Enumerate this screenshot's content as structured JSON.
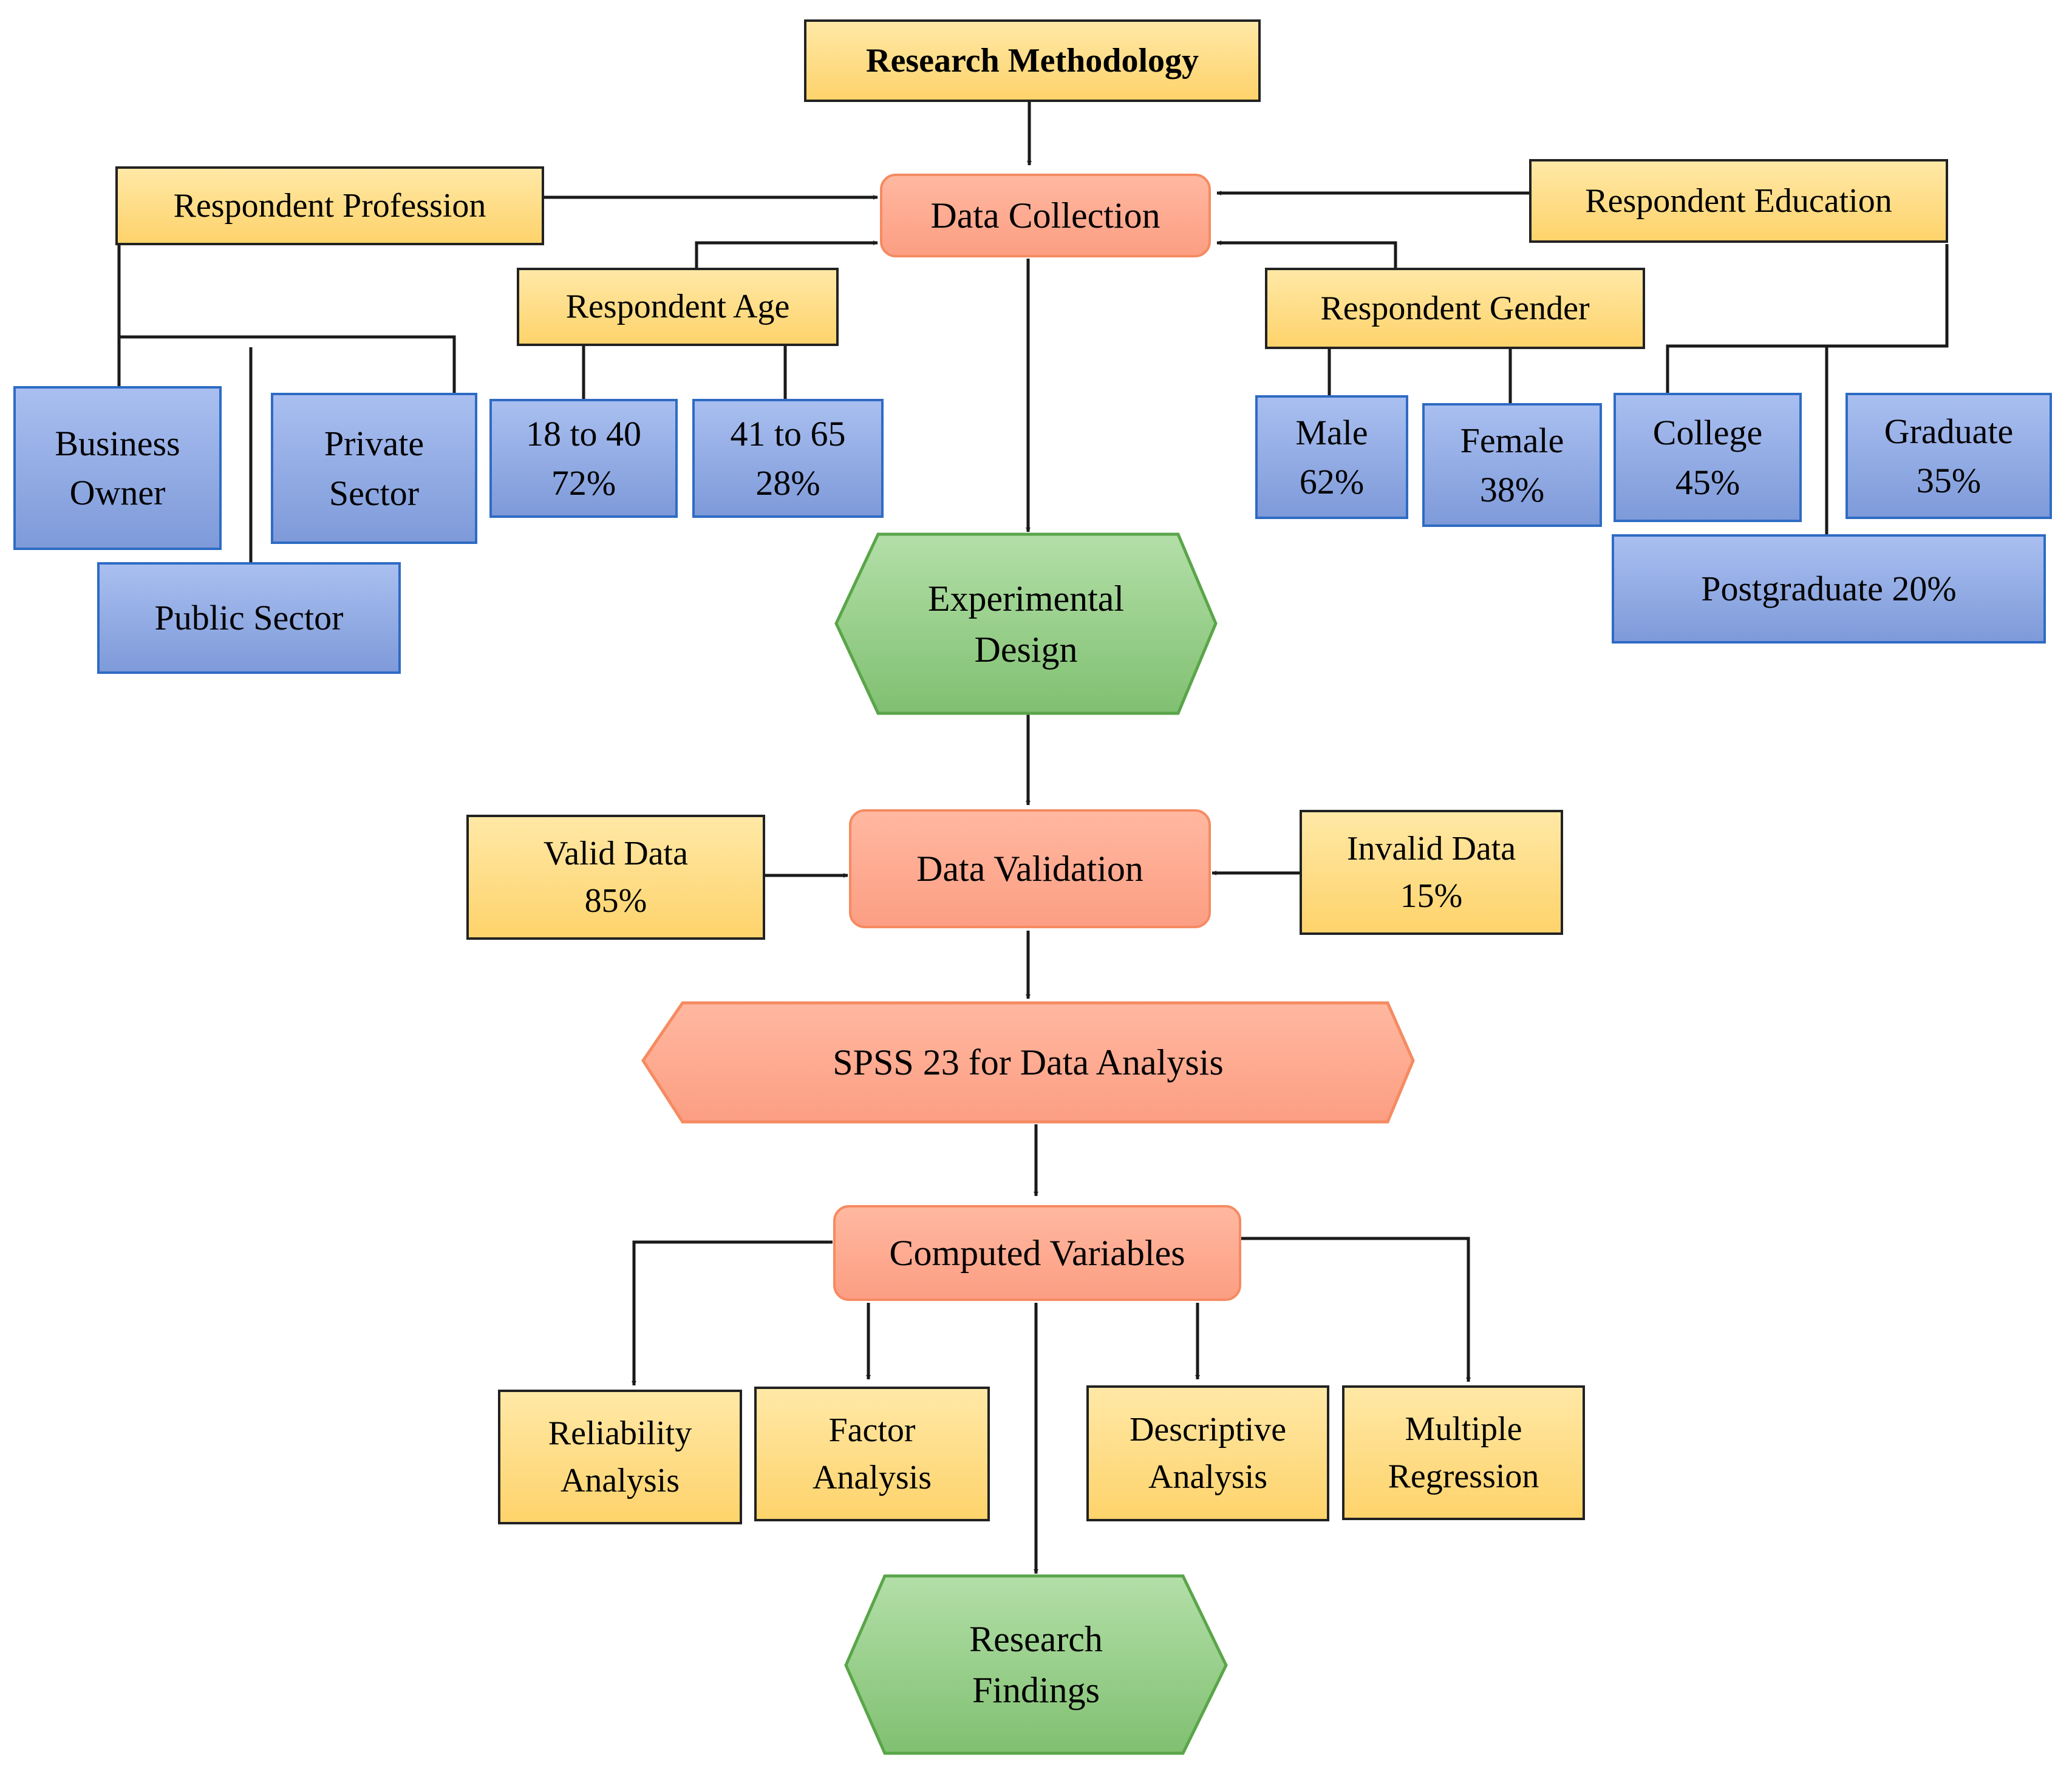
{
  "diagram": {
    "title": "Research Methodology",
    "data_collection": "Data Collection",
    "respondent_profession": "Respondent Profession",
    "respondent_age": "Respondent Age",
    "respondent_gender": "Respondent Gender",
    "respondent_education": "Respondent Education",
    "business_owner": "Business\nOwner",
    "private_sector": "Private\nSector",
    "public_sector": "Public Sector",
    "age_18_40": "18 to 40\n72%",
    "age_41_65": "41 to 65\n28%",
    "male": "Male\n62%",
    "female": "Female\n38%",
    "college": "College\n45%",
    "graduate": "Graduate\n35%",
    "postgraduate": "Postgraduate 20%",
    "experimental_design": "Experimental\nDesign",
    "data_validation": "Data Validation",
    "valid_data": "Valid Data\n85%",
    "invalid_data": "Invalid Data\n15%",
    "spss": "SPSS 23 for Data Analysis",
    "computed_variables": "Computed Variables",
    "reliability": "Reliability\nAnalysis",
    "factor": "Factor\nAnalysis",
    "descriptive": "Descriptive\nAnalysis",
    "multiple_regression": "Multiple\nRegression",
    "research_findings": "Research\nFindings"
  },
  "colors": {
    "yellow_fill": "#fed36b",
    "orange_fill": "#fc9e83",
    "blue_fill": "#7e9ad9",
    "green_fill": "#8fcb82",
    "line": "#1a1a1a"
  }
}
